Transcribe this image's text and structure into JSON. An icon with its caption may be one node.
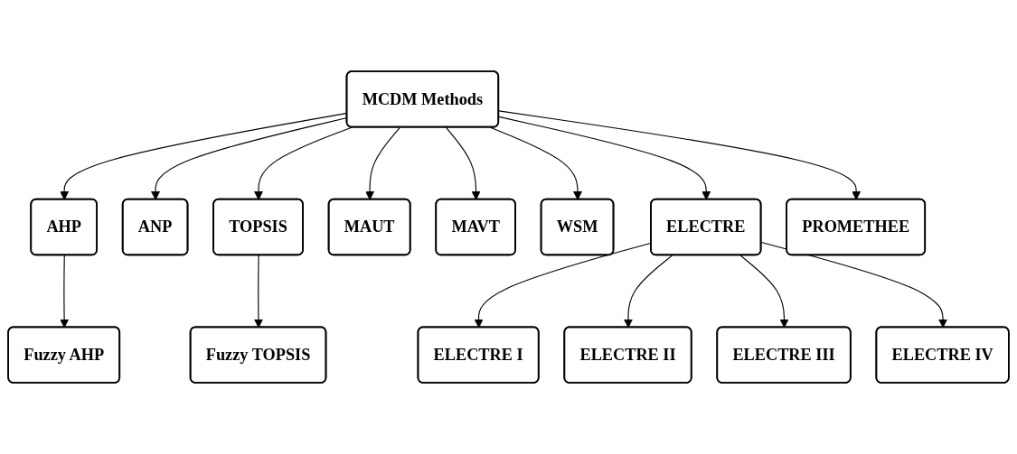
{
  "diagram": {
    "nodes": [
      {
        "text": [
          "MCDM Methods"
        ]
      },
      {
        "text": [
          "AHP"
        ]
      },
      {
        "text": [
          "ANP"
        ]
      },
      {
        "text": [
          "TOPSIS"
        ]
      },
      {
        "text": [
          "MAUT"
        ]
      },
      {
        "text": [
          "MAVT"
        ]
      },
      {
        "text": [
          "WSM"
        ]
      },
      {
        "text": [
          "ELECTRE"
        ]
      },
      {
        "text": [
          "PROMETHEE"
        ]
      },
      {
        "text": [
          "Fuzzy AHP"
        ]
      },
      {
        "text": [
          "Fuzzy TOPSIS"
        ]
      },
      {
        "text": [
          "ELECTRE I"
        ]
      },
      {
        "text": [
          "ELECTRE II"
        ]
      },
      {
        "text": [
          "ELECTRE III"
        ]
      },
      {
        "text": [
          "ELECTRE IV"
        ]
      }
    ],
    "edges": [
      {
        "from": 0,
        "to": 1,
        "arrow": "to"
      },
      {
        "from": 0,
        "to": 2,
        "arrow": "to"
      },
      {
        "from": 0,
        "to": 3,
        "arrow": "to"
      },
      {
        "from": 0,
        "to": 4,
        "arrow": "to"
      },
      {
        "from": 0,
        "to": 5,
        "arrow": "to"
      },
      {
        "from": 0,
        "to": 6,
        "arrow": "to"
      },
      {
        "from": 0,
        "to": 7,
        "arrow": "to"
      },
      {
        "from": 0,
        "to": 8,
        "arrow": "to"
      },
      {
        "from": 1,
        "to": 9,
        "arrow": "to"
      },
      {
        "from": 3,
        "to": 10,
        "arrow": "to"
      },
      {
        "from": 7,
        "to": 11,
        "arrow": "to"
      },
      {
        "from": 7,
        "to": 12,
        "arrow": "to"
      },
      {
        "from": 7,
        "to": 13,
        "arrow": "to"
      },
      {
        "from": 7,
        "to": 14,
        "arrow": "to"
      }
    ]
  }
}
